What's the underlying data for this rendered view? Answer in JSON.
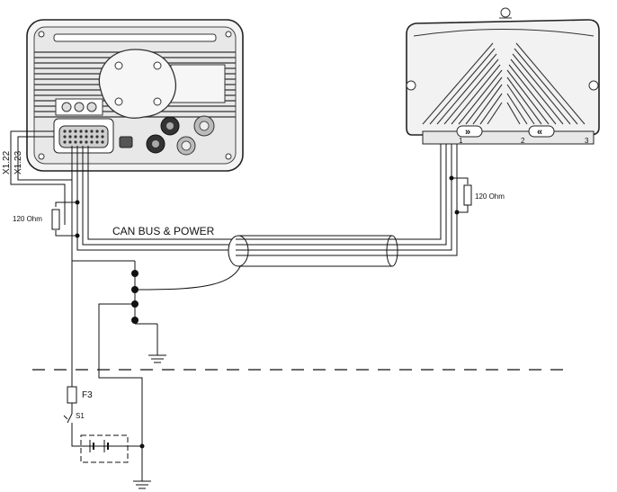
{
  "diagram": {
    "cable_label": "CAN BUS & POWER",
    "resistor_left_label": "120 Ohm",
    "resistor_right_label": "120 Ohm",
    "pin_label_a": "X1.22",
    "pin_label_b": "X1.23",
    "fuse_label": "F3",
    "switch_label": "S1",
    "connector_numbers": [
      "1",
      "2",
      "3"
    ],
    "controller_arrow_right": "»",
    "controller_arrow_left": "«"
  }
}
